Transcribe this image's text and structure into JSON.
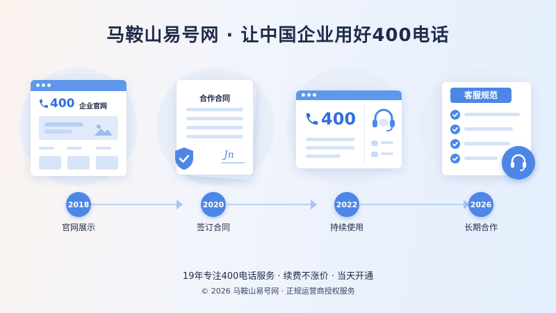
{
  "title": "马鞍山易号网 · 让中国企业用好400电话",
  "cards": {
    "website": {
      "logo_text": "400",
      "label": "企业官网"
    },
    "contract": {
      "heading": "合作合同",
      "signature": "Jn"
    },
    "usage": {
      "logo_text": "400"
    },
    "service": {
      "header": "客服规范"
    }
  },
  "timeline": [
    {
      "year": "2018",
      "label": "官网展示"
    },
    {
      "year": "2020",
      "label": "签订合同"
    },
    {
      "year": "2022",
      "label": "持续使用"
    },
    {
      "year": "2026",
      "label": "长期合作"
    }
  ],
  "footer": {
    "line1": "19年专注400电话服务 · 续费不涨价 · 当天开通",
    "line2": "© 2026 马鞍山易号网 · 正规运营商授权服务"
  },
  "colors": {
    "accent": "#4d86e6",
    "bar": "#5f97ec",
    "brand_text": "#2f6fde"
  }
}
